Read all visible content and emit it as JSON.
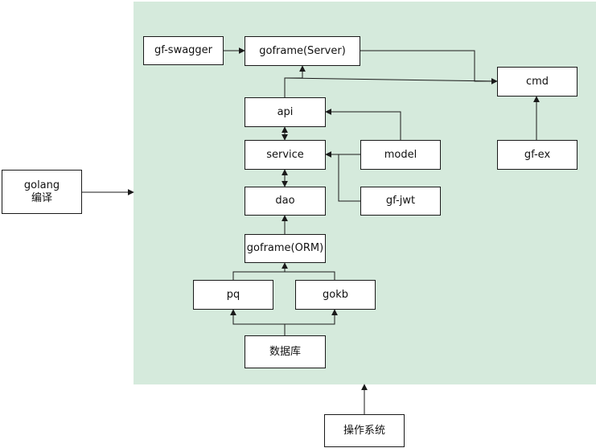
{
  "boxes": {
    "gf_swagger": "gf-swagger",
    "goframe_server": "goframe(Server)",
    "cmd": "cmd",
    "api": "api",
    "service": "service",
    "model": "model",
    "gf_ex": "gf-ex",
    "dao": "dao",
    "gf_jwt": "gf-jwt",
    "goframe_orm": "goframe(ORM)",
    "pq": "pq",
    "gokb": "gokb",
    "database": "数据库",
    "golang_line1": "golang",
    "golang_line2": "编译",
    "os": "操作系统"
  },
  "colors": {
    "panel_bg": "#d5eadc",
    "box_border": "#1a1a1a",
    "box_fill": "#ffffff",
    "line": "#1a1a1a"
  }
}
